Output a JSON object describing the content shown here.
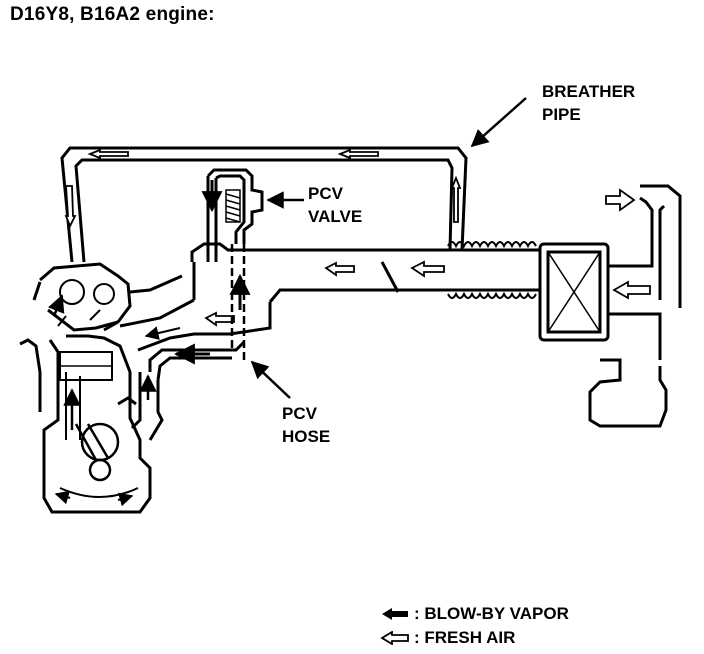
{
  "title": "D16Y8, B16A2 engine:",
  "callouts": {
    "breather_pipe": [
      "BREATHER",
      "PIPE"
    ],
    "pcv_valve": [
      "PCV",
      "VALVE"
    ],
    "pcv_hose": [
      "PCV",
      "HOSE"
    ]
  },
  "legend": {
    "blow_by": ": BLOW-BY VAPOR",
    "fresh_air": ": FRESH AIR"
  }
}
